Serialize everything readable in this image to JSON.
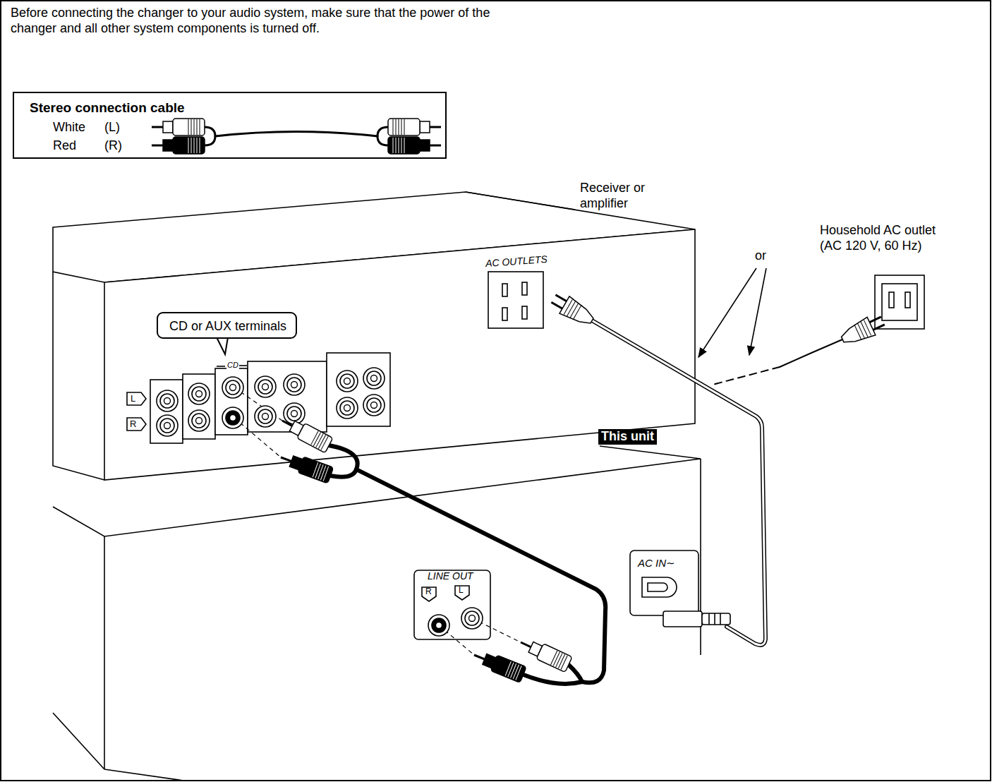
{
  "diagram": {
    "nodes": [
      {
        "text": [
          "Stereo connection cable",
          "White",
          "(L)",
          "Red",
          "(R)"
        ]
      },
      {
        "text": [
          "CD or AUX terminals"
        ]
      }
    ],
    "labels": [
      "Before connecting the changer to your audio system, make sure that the power of the changer and all other system components is turned off.",
      "Receiver or amplifier",
      "AC OUTLETS",
      "or",
      "Household AC outlet (AC 120 V, 60 Hz)",
      "CD",
      "L",
      "R",
      "This unit",
      "LINE OUT",
      "R",
      "L",
      "AC IN∼"
    ]
  }
}
